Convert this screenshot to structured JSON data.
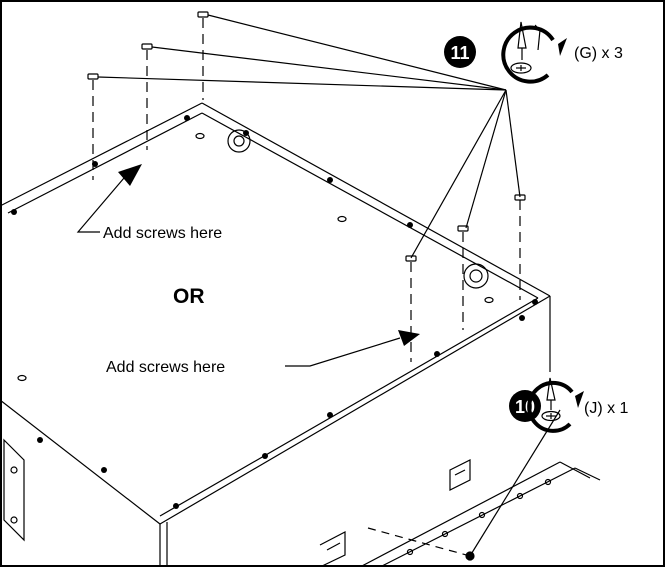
{
  "steps": [
    {
      "number": "11",
      "part_label": "(G) x 3"
    },
    {
      "number": "10",
      "part_label": "(J) x 1"
    }
  ],
  "callouts": {
    "upper": "Add screws here",
    "lower": "Add screws here"
  },
  "divider_text": "OR",
  "icons": {
    "step_badge": "filled-circle-number",
    "rotation": "clockwise-arrow-icon",
    "fastener": "screwdriver-screw-icon"
  },
  "colors": {
    "ink": "#000000",
    "paper": "#ffffff"
  }
}
